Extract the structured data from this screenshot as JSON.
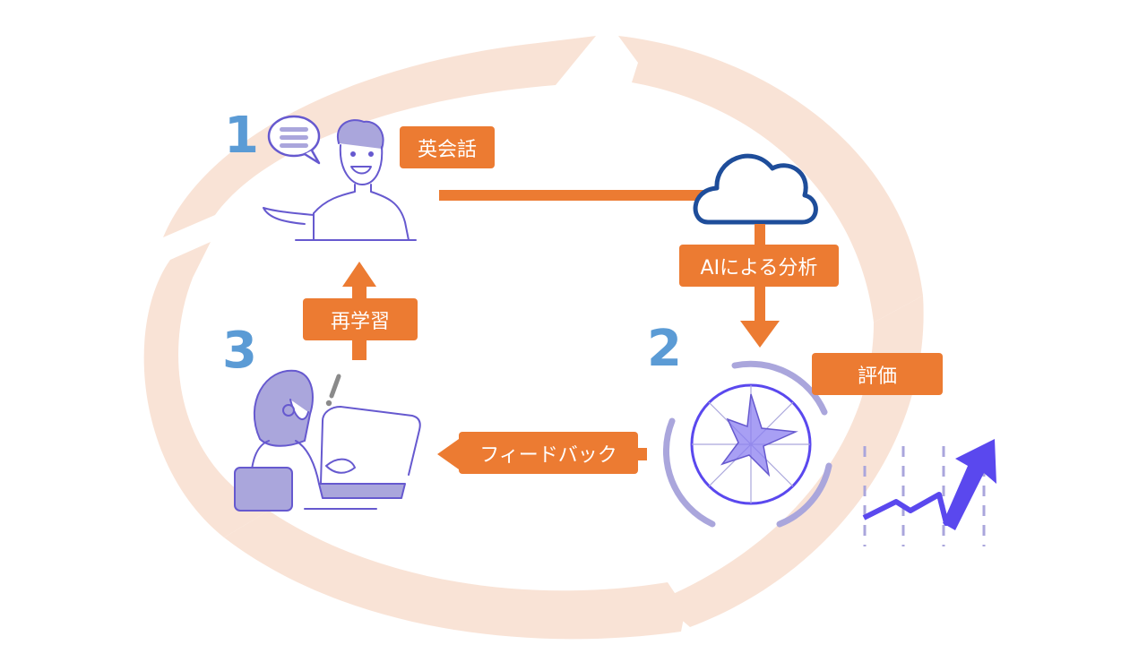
{
  "colors": {
    "accent": "#ec7b32",
    "cycle_ring": "#f9e3d6",
    "step_number": "#5b9bd5",
    "illustration_line": "#6659cf",
    "illustration_fill": "#aaa6dc",
    "cloud_stroke": "#1e4d9a",
    "trend_arrow": "#5a48ee",
    "trend_dash": "#aaa6dc"
  },
  "steps": [
    {
      "number": "1",
      "label": "英会話",
      "icon": "person-speaking-icon"
    },
    {
      "number": "2",
      "label": "評価",
      "icon": "radar-chart-icon"
    },
    {
      "number": "3",
      "label": "再学習",
      "icon": "person-at-laptop-icon"
    }
  ],
  "connectors": {
    "ai_analysis": "AIによる分析",
    "feedback": "フィードバック"
  },
  "icons": {
    "speech_bubble": "speech-bubble-icon",
    "cloud": "cloud-icon",
    "exclamation": "exclamation-icon",
    "trend": "upward-trend-arrow-icon"
  }
}
